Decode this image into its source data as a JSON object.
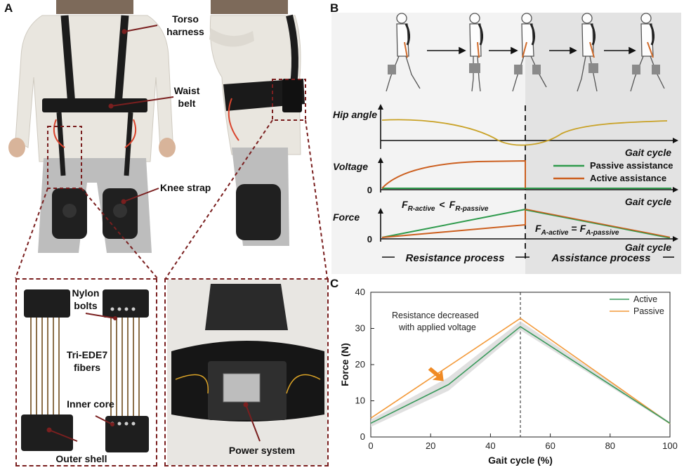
{
  "panels": {
    "a": "A",
    "b": "B",
    "c": "C"
  },
  "panel_a": {
    "labels": {
      "torso_harness": [
        "Torso",
        "harness"
      ],
      "waist_belt": [
        "Waist",
        "belt"
      ],
      "knee_strap": "Knee strap",
      "nylon_bolts": [
        "Nylon",
        "bolts"
      ],
      "fibers": [
        "Tri-EDE7",
        "fibers"
      ],
      "inner_core": "Inner core",
      "outer_shell": "Outer shell",
      "power_system": "Power system"
    },
    "colors": {
      "callout_line": "#7a1f1f",
      "shirt": "#e9e6df",
      "pants": "#bdbdbd",
      "harness": "#1c1c1c",
      "knee": "#202020"
    }
  },
  "panel_b": {
    "phases": {
      "resistance": "Resistance process",
      "assistance": "Assistance process"
    },
    "traces": {
      "hip": {
        "label": "Hip angle",
        "xlabel": "Gait cycle",
        "color": "#c9a227"
      },
      "voltage": {
        "label": "Voltage",
        "xlabel": "Gait cycle",
        "zero": "0"
      },
      "force": {
        "label": "Force",
        "xlabel": "Gait cycle",
        "zero": "0"
      }
    },
    "legend": [
      {
        "name": "Passive assistance",
        "color": "#2e9a4c"
      },
      {
        "name": "Active assistance",
        "color": "#cc5f1f"
      }
    ],
    "annotations": {
      "resistance_relation": {
        "F": "F",
        "sub1": "R-active",
        "op": "<",
        "sub2": "R-passive"
      },
      "assistance_relation": {
        "F": "F",
        "sub1": "A-active",
        "op": "=",
        "sub2": "A-passive"
      }
    },
    "colors": {
      "assist_shade": "#e3e3e3",
      "resist_shade": "#f3f3f3"
    }
  },
  "chart_data": {
    "type": "line",
    "xlabel": "Gait cycle (%)",
    "ylabel": "Force (N)",
    "xlim": [
      0,
      100
    ],
    "ylim": [
      0,
      40
    ],
    "xticks": [
      0,
      20,
      40,
      60,
      80,
      100
    ],
    "yticks": [
      0,
      10,
      20,
      30,
      40
    ],
    "series": [
      {
        "name": "Active",
        "color": "#3a9a5c",
        "x": [
          0,
          26,
          50,
          100
        ],
        "y": [
          3.8,
          14.5,
          30.5,
          3.8
        ],
        "band_lo": [
          2.8,
          12.8,
          29.5,
          3.5
        ],
        "band_hi": [
          4.8,
          16.5,
          32.0,
          4.1
        ]
      },
      {
        "name": "Passive",
        "color": "#f39a3a",
        "x": [
          0,
          50,
          100
        ],
        "y": [
          5.2,
          32.8,
          3.7
        ]
      }
    ],
    "vline_x": 50,
    "annotation": [
      "Resistance decreased",
      "with applied voltage"
    ],
    "legend_position": "top-right",
    "grid": false
  }
}
